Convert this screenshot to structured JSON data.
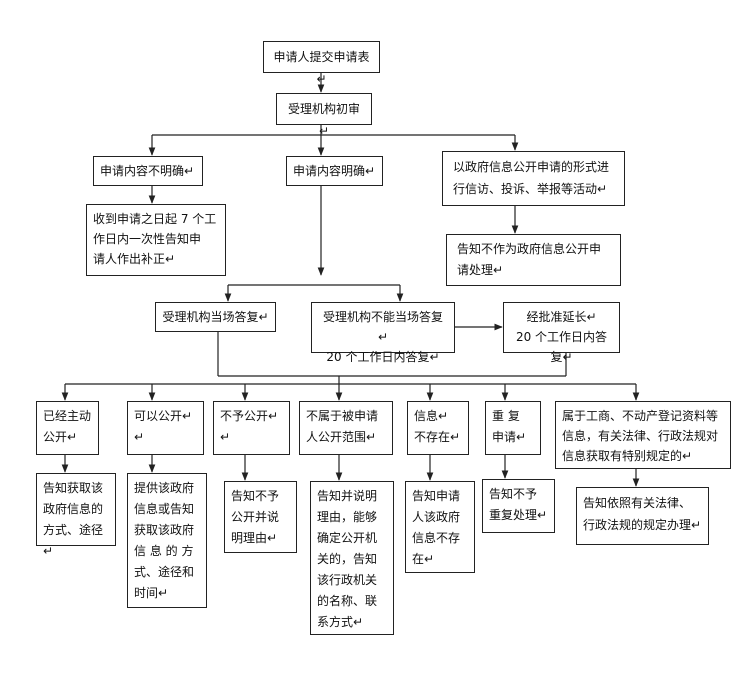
{
  "nodes": {
    "submit": "申请人提交申请表↵",
    "initial_review": "受理机构初审↵",
    "unclear": "申请内容不明确↵",
    "clear": "申请内容明确↵",
    "petition": "以政府信息公开申请的形式进\n行信访、投诉、举报等活动↵",
    "notify_unclear": "收到申请之日起 7 个工\n作日内一次性告知申\n请人作出补正↵",
    "notify_petition": "告知不作为政府信息公开申\n请处理↵",
    "answer_on_site": "受理机构当场答复↵",
    "answer_20days": "受理机构不能当场答复↵\n20 个工作日内答复↵",
    "extension": "经批准延长↵\n20 个工作日内答复↵",
    "cat_disclosed": "已经主动\n公开↵",
    "cat_can_disclose": "可以公开↵\n↵",
    "cat_no_disclose": "不予公开↵\n↵",
    "cat_not_scope": "不属于被申请\n人公开范围↵",
    "cat_not_exist": "信息↵\n不存在↵",
    "cat_duplicate": "重  复\n申请↵",
    "cat_special": "属于工商、不动产登记资料等\n信息，有关法律、行政法规对\n信息获取有特别规定的↵",
    "res_disclosed": "告知获取该\n政府信息的\n方式、途径↵",
    "res_can_disclose": "提供该政府\n信息或告知\n获取该政府\n信 息 的 方\n式、途径和\n时间↵",
    "res_no_disclose": "告知不予\n公开并说\n明理由↵",
    "res_not_scope": "告知并说明\n理由，能够\n确定公开机\n关的，告知\n该行政机关\n的名称、联\n系方式↵",
    "res_not_exist": "告知申请\n人该政府\n信息不存\n在↵",
    "res_duplicate": "告知不予\n重复处理↵",
    "res_special": "告知依照有关法律、\n行政法规的规定办理↵"
  }
}
